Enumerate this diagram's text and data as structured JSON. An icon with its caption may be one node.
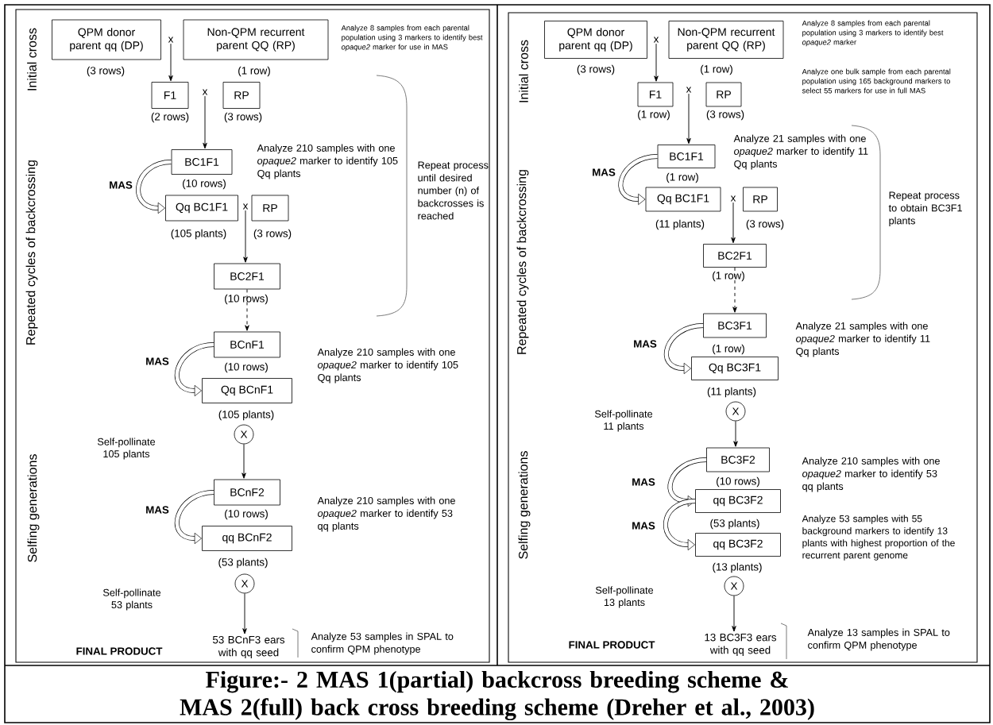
{
  "diagram": {
    "caption": "Figure:- 2 MAS 1(partial) backcross breeding scheme & MAS 2(full) back cross breeding scheme (Dreher et al., 2003)",
    "nodes": [
      {
        "text": [
          "QPM donor parent qq (DP)"
        ],
        "beside": [
          "(3 rows)"
        ]
      },
      {
        "text": [
          "Non-QPM recurrent parent QQ (RP)"
        ],
        "beside": [
          "(1 row)"
        ]
      },
      {
        "text": [
          "F1"
        ],
        "beside": [
          "(2 rows)"
        ]
      },
      {
        "text": [
          "RP"
        ],
        "beside": [
          "(3 rows)"
        ]
      },
      {
        "text": [
          "BC1F1"
        ],
        "beside": [
          "(10 rows)"
        ]
      },
      {
        "text": [
          "Qq BC1F1"
        ],
        "beside": [
          "(105 plants)"
        ]
      },
      {
        "text": [
          "RP"
        ],
        "beside": [
          "(3 rows)"
        ]
      },
      {
        "text": [
          "BC2F1"
        ],
        "beside": [
          "(10 rows)"
        ]
      },
      {
        "text": [
          "BCnF1"
        ],
        "beside": [
          "(10 rows)"
        ]
      },
      {
        "text": [
          "Qq BCnF1"
        ],
        "beside": [
          "(105 plants)"
        ]
      },
      {
        "text": [
          "X"
        ]
      },
      {
        "text": [
          "BCnF2"
        ],
        "beside": [
          "(10 rows)"
        ]
      },
      {
        "text": [
          "qq BCnF2"
        ],
        "beside": [
          "(53 plants)"
        ]
      },
      {
        "text": [
          "X"
        ]
      },
      {
        "text": [
          "53 BCnF3 ears with qq seed"
        ]
      },
      {
        "text": [
          "QPM donor parent qq (DP)"
        ],
        "beside": [
          "(3 rows)"
        ]
      },
      {
        "text": [
          "Non-QPM recurrent parent QQ (RP)"
        ],
        "beside": [
          "(1 row)"
        ]
      },
      {
        "text": [
          "F1"
        ],
        "beside": [
          "(1 row)"
        ]
      },
      {
        "text": [
          "RP"
        ],
        "beside": [
          "(3 rows)"
        ]
      },
      {
        "text": [
          "BC1F1"
        ],
        "beside": [
          "(1 row)"
        ]
      },
      {
        "text": [
          "Qq BC1F1"
        ],
        "beside": [
          "(11 plants)"
        ]
      },
      {
        "text": [
          "RP"
        ],
        "beside": [
          "(3 rows)"
        ]
      },
      {
        "text": [
          "BC2F1"
        ],
        "beside": [
          "(1 row)"
        ]
      },
      {
        "text": [
          "BC3F1"
        ],
        "beside": [
          "(1 row)"
        ]
      },
      {
        "text": [
          "Qq BC3F1"
        ],
        "beside": [
          "(11 plants)"
        ]
      },
      {
        "text": [
          "X"
        ]
      },
      {
        "text": [
          "BC3F2"
        ],
        "beside": [
          "(10 rows)"
        ]
      },
      {
        "text": [
          "qq BC3F2"
        ],
        "beside": [
          "(53 plants)"
        ]
      },
      {
        "text": [
          "qq BC3F2"
        ],
        "beside": [
          "(13 plants)"
        ]
      },
      {
        "text": [
          "X"
        ]
      },
      {
        "text": [
          "13 BC3F3 ears with qq seed"
        ]
      },
      {
        "text": [
          "x"
        ]
      },
      {
        "text": [
          "x"
        ]
      },
      {
        "text": [
          "x"
        ]
      },
      {
        "text": [
          "x"
        ]
      },
      {
        "text": [
          "x"
        ]
      },
      {
        "text": [
          "x"
        ]
      }
    ],
    "edges": [
      {
        "from": 31,
        "to": 2,
        "arrow": "to"
      },
      {
        "from": 32,
        "to": 4,
        "arrow": "to"
      },
      {
        "from": 4,
        "to": 5,
        "arrow": "to",
        "label": "MAS",
        "style": "thick"
      },
      {
        "from": 33,
        "to": 7,
        "arrow": "to"
      },
      {
        "from": 7,
        "to": 8,
        "arrow": "to",
        "style": "dashed"
      },
      {
        "from": 8,
        "to": 9,
        "arrow": "to",
        "label": "MAS",
        "style": "thick"
      },
      {
        "from": 10,
        "to": 11,
        "arrow": "to"
      },
      {
        "from": 11,
        "to": 12,
        "arrow": "to",
        "label": "MAS",
        "style": "thick"
      },
      {
        "from": 13,
        "to": 14,
        "arrow": "to"
      },
      {
        "from": 34,
        "to": 17,
        "arrow": "to"
      },
      {
        "from": 35,
        "to": 19,
        "arrow": "to"
      },
      {
        "from": 19,
        "to": 20,
        "arrow": "to",
        "label": "MAS",
        "style": "thick"
      },
      {
        "from": 36,
        "to": 22,
        "arrow": "to"
      },
      {
        "from": 22,
        "to": 23,
        "arrow": "to",
        "style": "dashed"
      },
      {
        "from": 23,
        "to": 24,
        "arrow": "to",
        "label": "MAS",
        "style": "thick"
      },
      {
        "from": 25,
        "to": 26,
        "arrow": "to"
      },
      {
        "from": 26,
        "to": 27,
        "arrow": "to",
        "label": "MAS",
        "style": "thick"
      },
      {
        "from": 27,
        "to": 28,
        "arrow": "to",
        "label": "MAS",
        "style": "thick"
      },
      {
        "from": 29,
        "to": 30,
        "arrow": "to"
      }
    ],
    "labels": [
      "Initial cross",
      "Analyze 8 samples from each parental population using 3 markers to identify best *opaque2* marker for use in MAS",
      "Repeated cycles of backcrossing",
      "Analyze 210 samples with one *opaque2* marker to identify 105 Qq plants",
      "Repeat process until desired number (n) of backcrosses is reached",
      "Analyze 210 samples with one *opaque2* marker to identify 105 Qq plants",
      "Selfing generations",
      "Self-pollinate 105 plants",
      "Analyze 210 samples with one *opaque2* marker to identify 53 qq plants",
      "Self-pollinate 53 plants",
      "FINAL PRODUCT",
      "Analyze 53 samples in SPAL to confirm QPM phenotype",
      "Initial cross",
      "Analyze 8 samples from each parental population using 3 markers to identify best *opaque2* marker",
      "Analyze one bulk sample from each parental population using 165 background markers to select 55 markers for use in full MAS",
      "Repeated cycles of backcrossing",
      "Analyze 21 samples with one *opaque2* marker to identify 11 Qq plants",
      "Repeat process to obtain BC3F1 plants",
      "Analyze 21 samples with one *opaque2* marker to identify 11 Qq plants",
      "Selfing generations",
      "Self-pollinate 11 plants",
      "Analyze 210 samples with one *opaque2* marker to identify 53 qq plants",
      "Analyze 53 samples with 55 background markers to identify 13 plants with highest proportion of the recurrent parent genome",
      "Self-pollinate 13 plants",
      "FINAL PRODUCT",
      "Analyze 13 samples in SPAL to confirm QPM phenotype"
    ]
  }
}
